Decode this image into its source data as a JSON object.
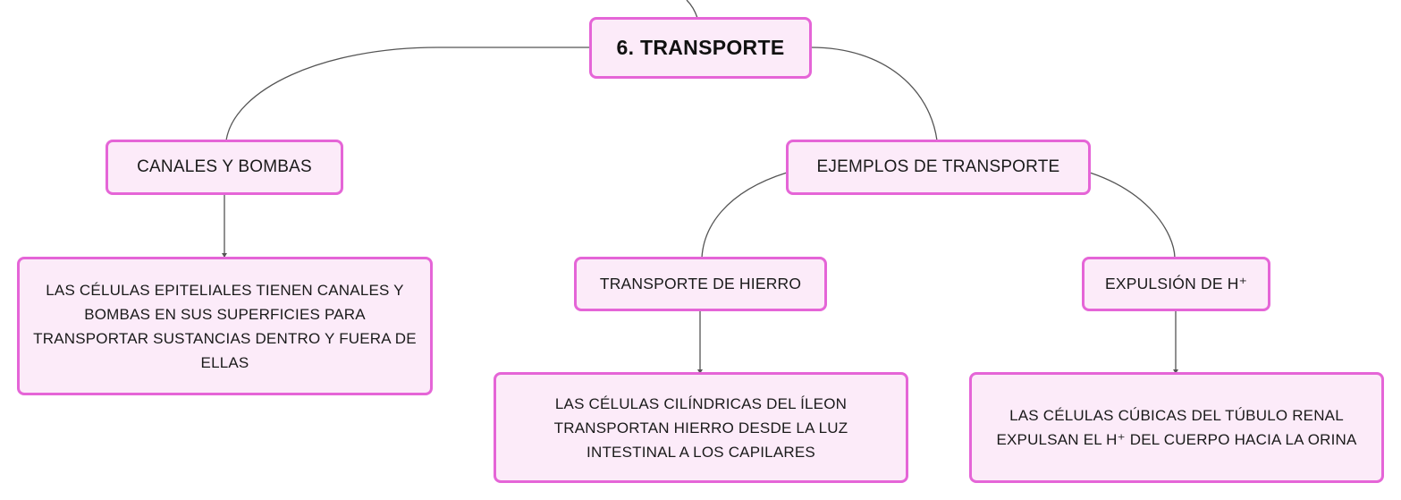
{
  "colors": {
    "node_border": "#e565d7",
    "node_fill": "#fcebf9",
    "connector": "#555555"
  },
  "root": {
    "label": "6. TRANSPORTE"
  },
  "branches": {
    "canales": {
      "label": "CANALES Y BOMBAS",
      "detail": "LAS CÉLULAS EPITELIALES TIENEN CANALES Y BOMBAS EN SUS SUPERFICIES PARA TRANSPORTAR SUSTANCIAS DENTRO Y FUERA DE ELLAS"
    },
    "ejemplos": {
      "label": "EJEMPLOS DE TRANSPORTE",
      "hierro": {
        "label": "TRANSPORTE DE HIERRO",
        "detail": "LAS CÉLULAS CILÍNDRICAS DEL ÍLEON TRANSPORTAN HIERRO DESDE LA LUZ INTESTINAL A LOS CAPILARES"
      },
      "expulsion": {
        "label": "EXPULSIÓN DE H⁺",
        "detail": "LAS CÉLULAS CÚBICAS DEL TÚBULO RENAL EXPULSAN EL H⁺ DEL CUERPO HACIA LA ORINA"
      }
    }
  }
}
